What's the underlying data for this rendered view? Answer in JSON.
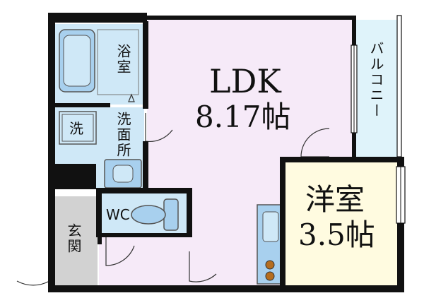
{
  "rooms": {
    "ldk_name": "LDK",
    "ldk_size": "8.17帖",
    "western_name": "洋室",
    "western_size": "3.5帖",
    "bathroom": "浴室",
    "washroom": "洗面所",
    "washer": "洗",
    "toilet": "WC",
    "entrance": "玄関",
    "balcony": "バルコニー"
  },
  "colors": {
    "wall": "#111111",
    "ldk_floor": "#f6eaf8",
    "wet_area": "#cfe8f7",
    "western_floor": "#fffbe0",
    "entrance_floor": "#d2d2d2",
    "balcony_floor": "#dff3fa",
    "fixture_fill": "#a8d0ee",
    "stove_burner": "#b56d1f"
  }
}
